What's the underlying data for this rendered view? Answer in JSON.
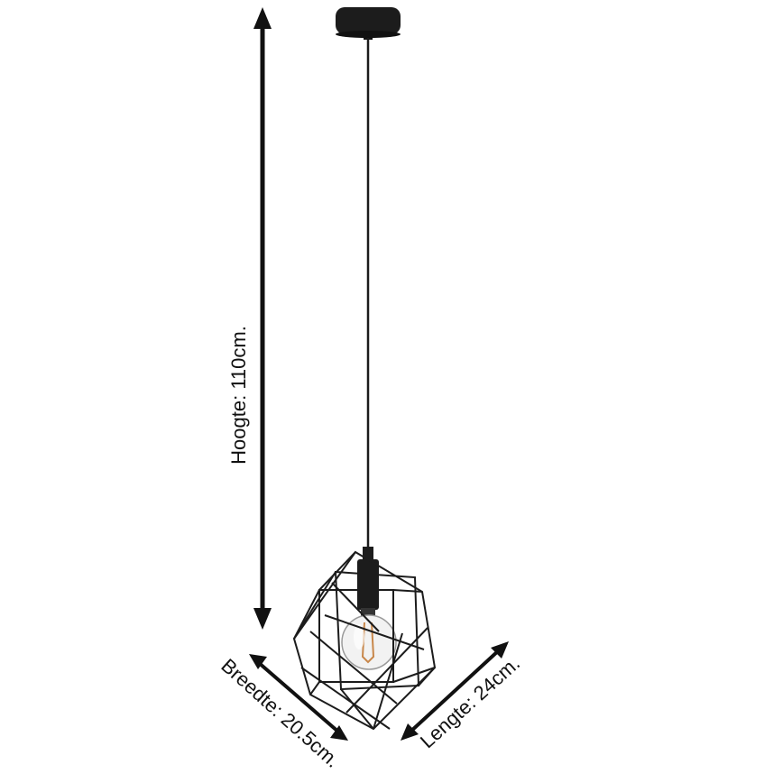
{
  "dimensions": {
    "height_label": "Hoogte: 110cm.",
    "width_label": "Breedte: 20.5cm.",
    "length_label": "Lengte: 24cm."
  },
  "colors": {
    "lamp_metal": "#1c1c1c",
    "arrow": "#111111",
    "bulb_glass": "#f2f2f2",
    "filament": "#c8874a",
    "background": "#ffffff"
  }
}
